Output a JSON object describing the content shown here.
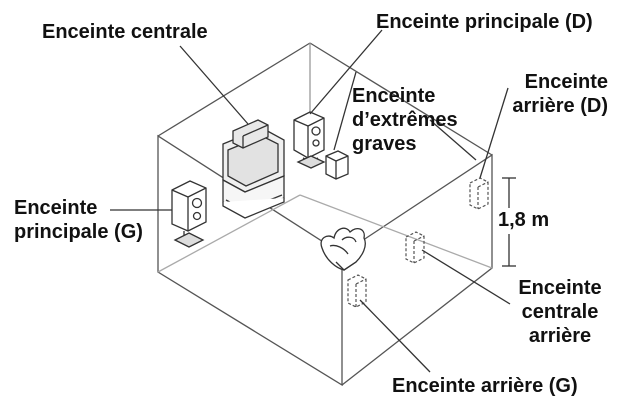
{
  "labels": {
    "center_speaker": "Enceinte centrale",
    "front_right": "Enceinte principale (D)",
    "subwoofer": [
      "Enceinte",
      "d’extrêmes",
      "graves"
    ],
    "rear_right": [
      "Enceinte",
      "arrière (D)"
    ],
    "front_left": [
      "Enceinte",
      "principale (G)"
    ],
    "height": "1,8 m",
    "rear_center": [
      "Enceinte",
      "centrale",
      "arrière"
    ],
    "rear_left": "Enceinte arrière (G)"
  },
  "colors": {
    "line": "#444444",
    "text": "#111111",
    "fill": "#ffffff"
  }
}
